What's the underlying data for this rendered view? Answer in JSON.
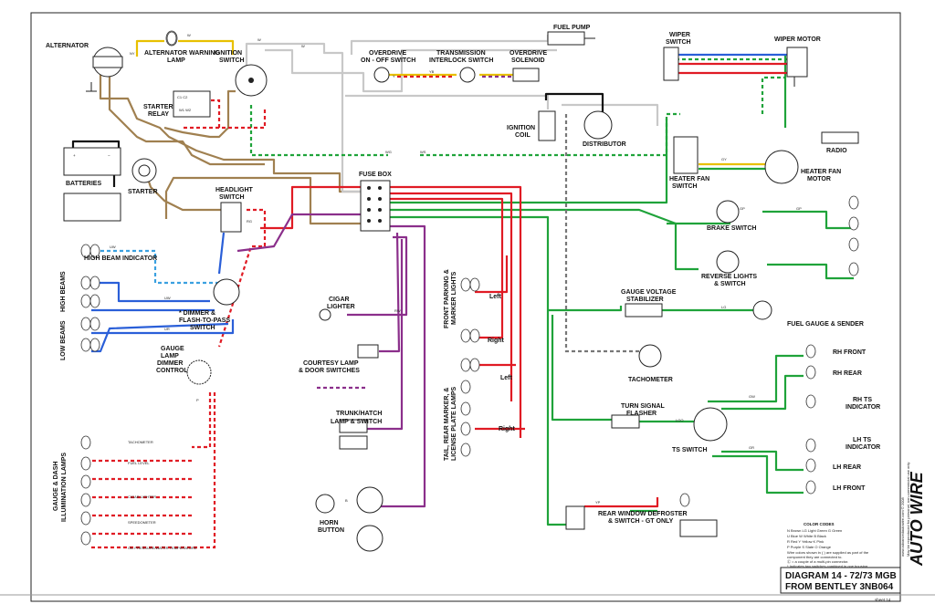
{
  "diagram": {
    "title_line1": "DIAGRAM 14 - 72/73 MGB",
    "title_line2": "FROM BENTLEY 3NB064",
    "sheet": "sheet 14",
    "brand": "AUTO WIRE",
    "side_note_1": "www.advancedautowire.com  © 2008",
    "side_note_2": "May be reproduced for personal, non-commercial use only",
    "components": {
      "alternator": "ALTERNATOR",
      "alt_warning": "ALTERNATOR WARNING",
      "alt_warning2": "LAMP",
      "ignition_switch": "IGNITION",
      "ignition_switch2": "SWITCH",
      "starter_relay": "STARTER",
      "starter_relay2": "RELAY",
      "batteries": "BATTERIES",
      "starter": "STARTER",
      "fuel_pump": "FUEL PUMP",
      "overdrive_switch": "OVERDRIVE",
      "overdrive_switch2": "ON - OFF SWITCH",
      "trans_interlock": "TRANSMISSION",
      "trans_interlock2": "INTERLOCK SWITCH",
      "overdrive_solenoid": "OVERDRIVE",
      "overdrive_solenoid2": "SOLENOID",
      "ignition_coil": "IGNITION",
      "ignition_coil2": "COIL",
      "distributor": "DISTRIBUTOR",
      "wiper_switch": "WIPER",
      "wiper_switch2": "SWITCH",
      "wiper_motor": "WIPER MOTOR",
      "radio": "RADIO",
      "heater_fan_switch": "HEATER FAN",
      "heater_fan_switch2": "SWITCH",
      "heater_fan_motor": "HEATER FAN",
      "heater_fan_motor2": "MOTOR",
      "fuse_box": "FUSE BOX",
      "headlight_switch": "HEADLIGHT",
      "headlight_switch2": "SWITCH",
      "high_beam_indicator": "HIGH BEAM INDICATOR",
      "high_beams": "HIGH BEAMS",
      "low_beams": "LOW BEAMS",
      "dimmer": "* DIMMER &",
      "dimmer2": "FLASH-TO-PASS",
      "dimmer3": "SWITCH",
      "gauge_dimmer": "GAUGE",
      "gauge_dimmer2": "LAMP",
      "gauge_dimmer3": "DIMMER",
      "gauge_dimmer4": "CONTROL",
      "illum_lamps": "GAUGE & DASH",
      "illum_lamps2": "ILLUMINATION LAMPS",
      "cigar_lighter": "CIGAR",
      "cigar_lighter2": "LIGHTER",
      "courtesy_lamp": "COURTESY LAMP",
      "courtesy_lamp2": "& DOOR SWITCHES",
      "trunk_lamp": "TRUNK/HATCH",
      "trunk_lamp2": "LAMP & SWITCH",
      "horn_button": "HORN",
      "horn_button2": "BUTTON",
      "front_parking": "FRONT PARKING &",
      "front_parking2": "MARKER LIGHTS",
      "tail_lamps": "TAIL, REAR MARKER, &",
      "tail_lamps2": "LICENSE PLATE LAMPS",
      "brake_switch": "BRAKE SWITCH",
      "reverse_lights": "REVERSE LIGHTS",
      "reverse_lights2": "& SWITCH",
      "gauge_stabilizer": "GAUGE VOLTAGE",
      "gauge_stabilizer2": "STABILIZER",
      "fuel_gauge": "FUEL GAUGE & SENDER",
      "tachometer": "TACHOMETER",
      "turn_flasher": "TURN SIGNAL",
      "turn_flasher2": "FLASHER",
      "ts_switch": "TS SWITCH",
      "rh_front": "RH FRONT",
      "rh_rear": "RH REAR",
      "rh_ts_ind": "RH TS",
      "rh_ts_ind2": "INDICATOR",
      "lh_ts_ind": "LH TS",
      "lh_ts_ind2": "INDICATOR",
      "lh_rear": "LH REAR",
      "lh_front": "LH FRONT",
      "rear_defroster": "REAR WINDOW DEFROSTER",
      "rear_defroster2": "& SWITCH - GT ONLY"
    },
    "side_labels": {
      "left": "Left",
      "right": "Right"
    },
    "illum_items": [
      "TACHOMETER",
      "FUEL LEVEL",
      "CIGAR LIGHTER",
      "SPEEDOMETER",
      "OIL PRESSURE/WATER TEMPERATURE"
    ],
    "color_codes": {
      "heading": "COLOR CODES",
      "rows": [
        "N   Brown    LG  Light Green   G  Green",
        "U   Blue     W   White         B  Black",
        "R   Red      Y   Yellow        K  Pink",
        "P   Purple   S   Slate         O  Orange",
        "Wire colors shown in ( ) are supplied as part of the",
        "component they are connected to.",
        "Ⓒ = a couple of a multi-pin connector.",
        "* Indicates two switches combined in one housing."
      ]
    },
    "wire_codes": [
      "N",
      "W",
      "NY",
      "WN",
      "NW",
      "WG",
      "WS",
      "GY",
      "GB",
      "G",
      "GN",
      "GP",
      "GR",
      "GW",
      "LG",
      "LGO",
      "LGN",
      "RG",
      "UW",
      "UR",
      "U",
      "R",
      "RW",
      "P",
      "PW",
      "PB",
      "B",
      "Y",
      "YB",
      "YP",
      "W/B",
      "DG",
      "RL"
    ],
    "wire_colors": {
      "brown": "#a08050",
      "red": "#e01b24",
      "green": "#1fa33a",
      "purple": "#8b2f8b",
      "blue": "#2a5fd8",
      "black": "#111111",
      "white": "#bfbfbf",
      "yellow": "#e8c000",
      "slate": "#777777",
      "lightblue": "#3aa0e0"
    }
  }
}
